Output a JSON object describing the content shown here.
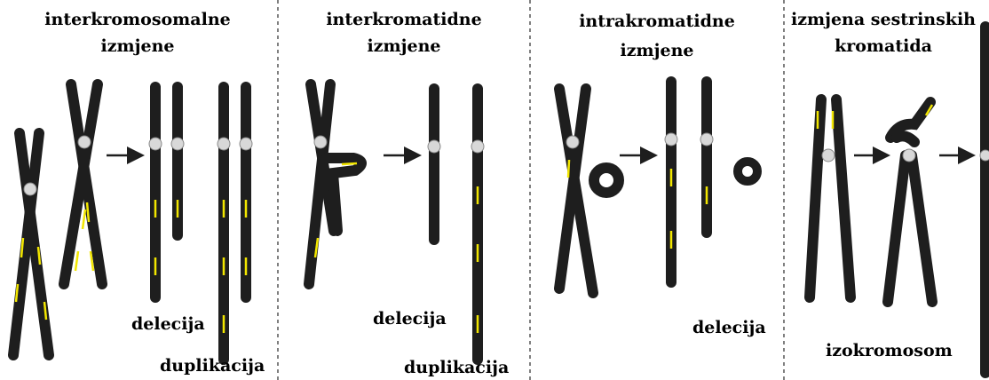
{
  "panels": [
    {
      "title_line1": "interkromosomalne",
      "title_line2": "izmjene",
      "label_a": "delecija",
      "label_b": "duplikacija"
    },
    {
      "title_line1": "interkromatidne",
      "title_line2": "izmjene",
      "label_a": "delecija",
      "label_b": "duplikacija"
    },
    {
      "title_line1": "intrakromatidne",
      "title_line2": "izmjene",
      "label_a": "delecija"
    },
    {
      "title_line1": "izmjena sestrinskih",
      "title_line2": "kromatida",
      "label_a": "izokromosom"
    }
  ],
  "colors": {
    "chromatid": "#1e1e1e",
    "arrow": "#f2e600",
    "centromere": "#d8d8d8",
    "divider": "#555555"
  }
}
